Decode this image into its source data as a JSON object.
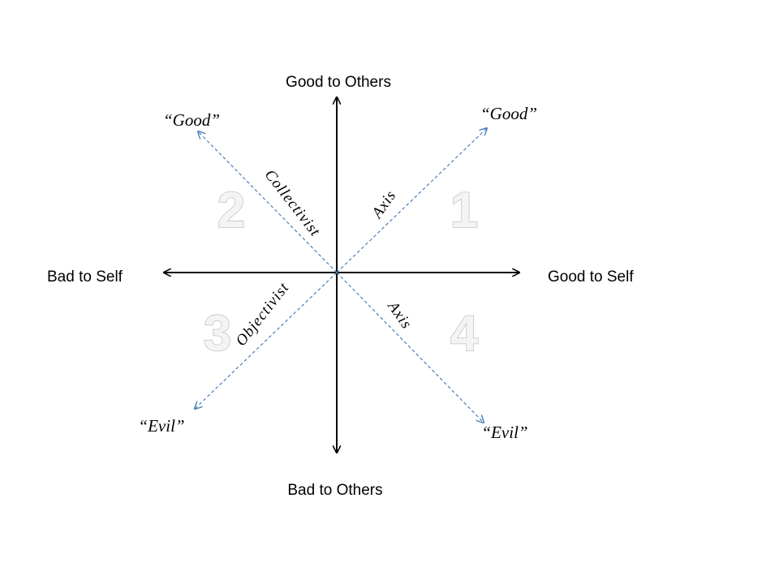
{
  "axes": {
    "top": "Good to Others",
    "bottom": "Bad to Others",
    "left": "Bad to Self",
    "right": "Good to Self"
  },
  "poles": {
    "upper_right": "“Good”",
    "upper_left": "“Good”",
    "lower_left": "“Evil”",
    "lower_right": "“Evil”"
  },
  "diagonal_labels": {
    "collectivist": "Collectivist",
    "objectivist": "Objectivist",
    "axis_upper_right": "Axis",
    "axis_lower_right": "Axis"
  },
  "quadrants": [
    "1",
    "2",
    "3",
    "4"
  ],
  "colors": {
    "main_axes": "#000000",
    "diagonal_axes": "#4a7ebb",
    "quadrant_number_fill": "#f4f4f4",
    "quadrant_number_stroke": "#c4c4c4"
  }
}
